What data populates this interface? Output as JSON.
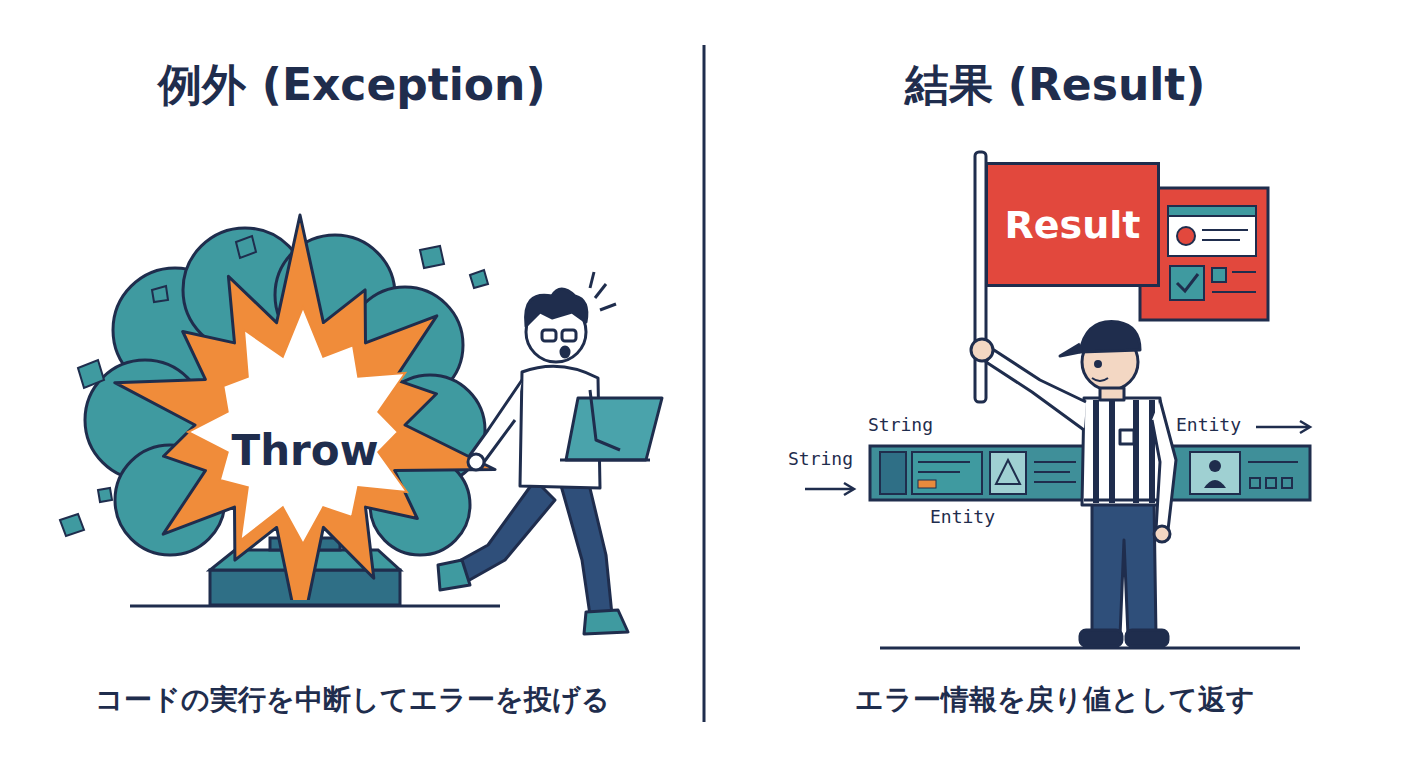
{
  "diagram": {
    "nodes": [
      {
        "text": [
          "Throw"
        ]
      },
      {
        "text": [
          "Result"
        ]
      }
    ],
    "labels": [
      "例外 (Exception)",
      "コードの実行を中断してエラーを投げる",
      "結果 (Result)",
      "エラー情報を戻り値として返す",
      "String",
      "String",
      "Entity",
      "Entity"
    ]
  }
}
